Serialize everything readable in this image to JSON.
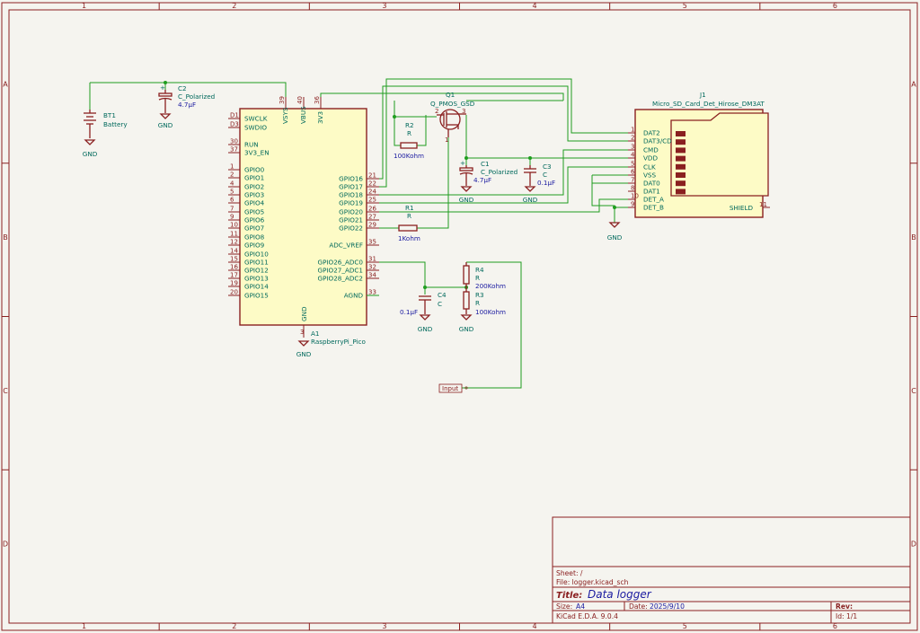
{
  "frame": {
    "cols": [
      "1",
      "2",
      "3",
      "4",
      "5",
      "6"
    ],
    "rows": [
      "A",
      "B",
      "C",
      "D"
    ]
  },
  "components": {
    "bt1": {
      "ref": "BT1",
      "value": "Battery"
    },
    "c2": {
      "ref": "C2",
      "value": "C_Polarized",
      "value2": "4.7µF"
    },
    "a1": {
      "ref": "A1",
      "value": "RaspberryPi_Pico"
    },
    "r2": {
      "ref": "R2",
      "value": "R",
      "value2": "100Kohm"
    },
    "r1": {
      "ref": "R1",
      "value": "R",
      "value2": "1Kohm"
    },
    "q1": {
      "ref": "Q1",
      "value": "Q_PMOS_GSD"
    },
    "c1": {
      "ref": "C1",
      "value": "C_Polarized",
      "value2": "4.7µF"
    },
    "c3": {
      "ref": "C3",
      "value": "C",
      "value2": "0.1µF"
    },
    "c4": {
      "ref": "C4",
      "value": "C",
      "value2": "0.1µF"
    },
    "r4": {
      "ref": "R4",
      "value": "R",
      "value2": "200Kohm"
    },
    "r3": {
      "ref": "R3",
      "value": "R",
      "value2": "100Kohm"
    },
    "j1": {
      "ref": "J1",
      "value": "Micro_SD_Card_Det_Hirose_DM3AT"
    }
  },
  "gnd": "GND",
  "label_input": "Input",
  "pico": {
    "left": [
      {
        "n": "D1",
        "t": "SWCLK"
      },
      {
        "n": "D3",
        "t": "SWDIO"
      },
      {
        "n": "30",
        "t": "RUN"
      },
      {
        "n": "37",
        "t": "3V3_EN"
      },
      {
        "n": "1",
        "t": "GPIO0"
      },
      {
        "n": "2",
        "t": "GPIO1"
      },
      {
        "n": "4",
        "t": "GPIO2"
      },
      {
        "n": "5",
        "t": "GPIO3"
      },
      {
        "n": "6",
        "t": "GPIO4"
      },
      {
        "n": "7",
        "t": "GPIO5"
      },
      {
        "n": "9",
        "t": "GPIO6"
      },
      {
        "n": "10",
        "t": "GPIO7"
      },
      {
        "n": "11",
        "t": "GPIO8"
      },
      {
        "n": "12",
        "t": "GPIO9"
      },
      {
        "n": "14",
        "t": "GPIO10"
      },
      {
        "n": "15",
        "t": "GPIO11"
      },
      {
        "n": "16",
        "t": "GPIO12"
      },
      {
        "n": "17",
        "t": "GPIO13"
      },
      {
        "n": "19",
        "t": "GPIO14"
      },
      {
        "n": "20",
        "t": "GPIO15"
      }
    ],
    "right": [
      {
        "n": "21",
        "t": "GPIO16"
      },
      {
        "n": "22",
        "t": "GPIO17"
      },
      {
        "n": "24",
        "t": "GPIO18"
      },
      {
        "n": "25",
        "t": "GPIO19"
      },
      {
        "n": "26",
        "t": "GPIO20"
      },
      {
        "n": "27",
        "t": "GPIO21"
      },
      {
        "n": "29",
        "t": "GPIO22"
      },
      {
        "n": "35",
        "t": "ADC_VREF"
      },
      {
        "n": "31",
        "t": "GPIO26_ADC0"
      },
      {
        "n": "32",
        "t": "GPIO27_ADC1"
      },
      {
        "n": "34",
        "t": "GPIO28_ADC2"
      },
      {
        "n": "33",
        "t": "AGND"
      }
    ],
    "top": [
      {
        "n": "39",
        "t": "VSYS"
      },
      {
        "n": "40",
        "t": "VBUS"
      },
      {
        "n": "36",
        "t": "3V3"
      }
    ],
    "bottom": {
      "n": "3",
      "t": "GND"
    }
  },
  "sd": {
    "pins": [
      {
        "n": "1",
        "t": "DAT2"
      },
      {
        "n": "2",
        "t": "DAT3/CD"
      },
      {
        "n": "3",
        "t": "CMD"
      },
      {
        "n": "4",
        "t": "VDD"
      },
      {
        "n": "5",
        "t": "CLK"
      },
      {
        "n": "6",
        "t": "VSS"
      },
      {
        "n": "7",
        "t": "DAT0"
      },
      {
        "n": "8",
        "t": "DAT1"
      },
      {
        "n": "10",
        "t": "DET_A"
      },
      {
        "n": "9",
        "t": "DET_B"
      }
    ],
    "shield": {
      "n": "11",
      "t": "SHIELD"
    }
  },
  "title_block": {
    "sheet": "Sheet: /",
    "file": "File: logger.kicad_sch",
    "title_label": "Title:",
    "title": "Data logger",
    "size_label": "Size:",
    "size": "A4",
    "date_label": "Date:",
    "date": "2025/9/10",
    "rev_label": "Rev:",
    "tool": "KiCad E.D.A. 9.0.4",
    "id": "Id: 1/1"
  }
}
